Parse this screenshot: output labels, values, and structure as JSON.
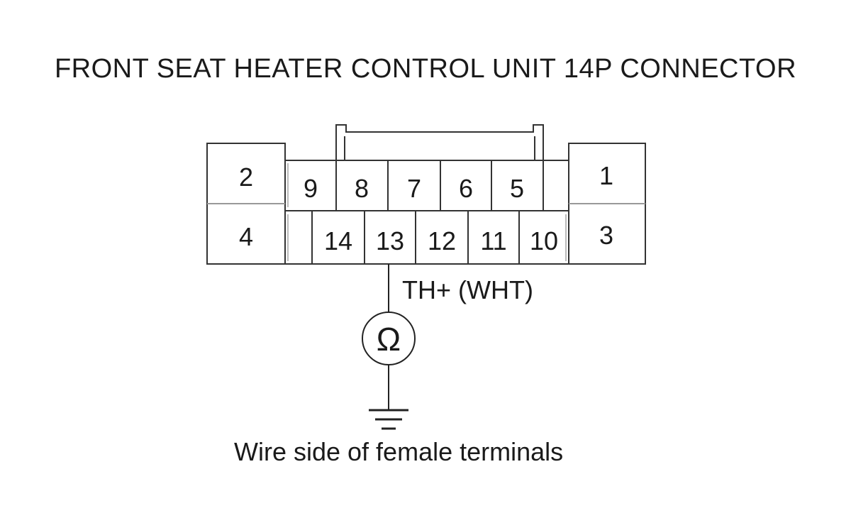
{
  "title": "FRONT SEAT HEATER CONTROL UNIT 14P CONNECTOR",
  "terminals": {
    "t1": "1",
    "t2": "2",
    "t3": "3",
    "t4": "4",
    "t5": "5",
    "t6": "6",
    "t7": "7",
    "t8": "8",
    "t9": "9",
    "t10": "10",
    "t11": "11",
    "t12": "12",
    "t13": "13",
    "t14": "14"
  },
  "signal_label": "TH+ (WHT)",
  "meter_symbol": "Ω",
  "caption": "Wire side of female terminals"
}
